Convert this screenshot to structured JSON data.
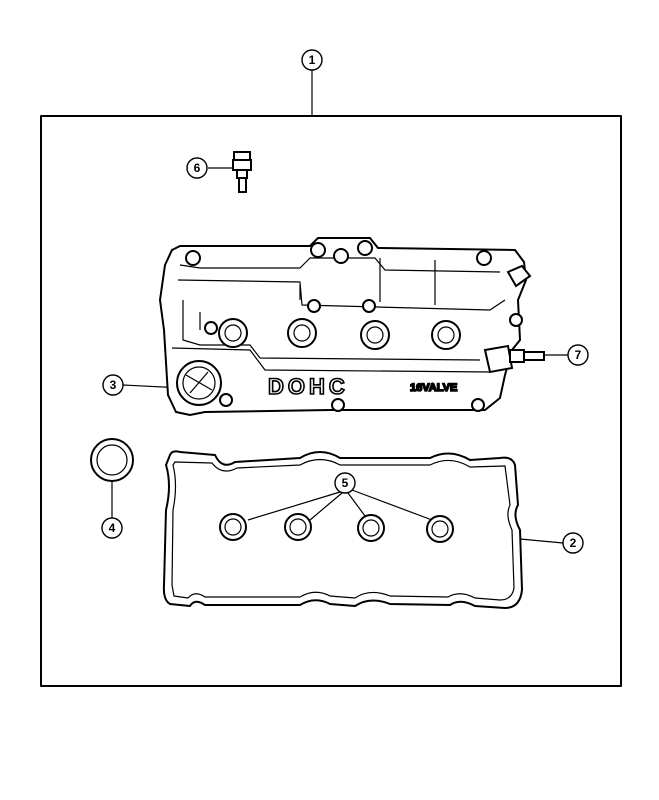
{
  "diagram": {
    "callouts": [
      {
        "id": "callout-1",
        "label": "1"
      },
      {
        "id": "callout-2",
        "label": "2"
      },
      {
        "id": "callout-3",
        "label": "3"
      },
      {
        "id": "callout-4",
        "label": "4"
      },
      {
        "id": "callout-5",
        "label": "5"
      },
      {
        "id": "callout-6",
        "label": "6"
      },
      {
        "id": "callout-7",
        "label": "7"
      }
    ],
    "cover_text_main": "DOHC",
    "cover_text_sub": "16VALVE"
  }
}
